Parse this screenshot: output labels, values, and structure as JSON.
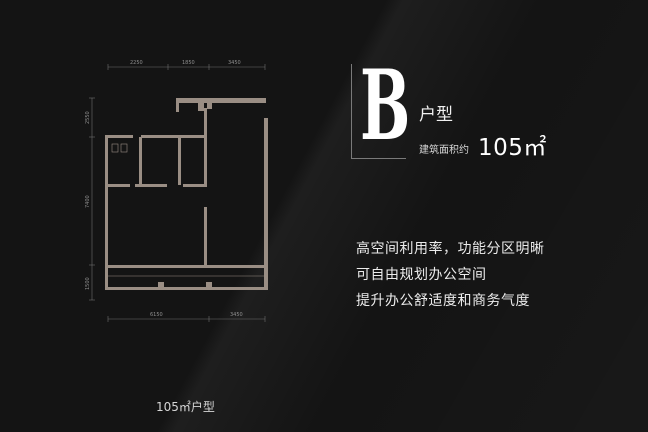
{
  "plan": {
    "dims_top": [
      "2250",
      "1850",
      "3450"
    ],
    "dims_left": [
      "2550",
      "7400",
      "1500"
    ],
    "dims_bottom": [
      "6150",
      "3450"
    ]
  },
  "title": {
    "letter": "B",
    "unit_type": "户型",
    "area_label": "建筑面积约",
    "area_value": "105㎡"
  },
  "features": [
    "高空间利用率，功能分区明晰",
    "可自由规划办公空间",
    "提升办公舒适度和商务气度"
  ],
  "caption": "105㎡户型",
  "colors": {
    "background": "#141414",
    "wall": "#9a8e84",
    "text": "#ececec"
  }
}
